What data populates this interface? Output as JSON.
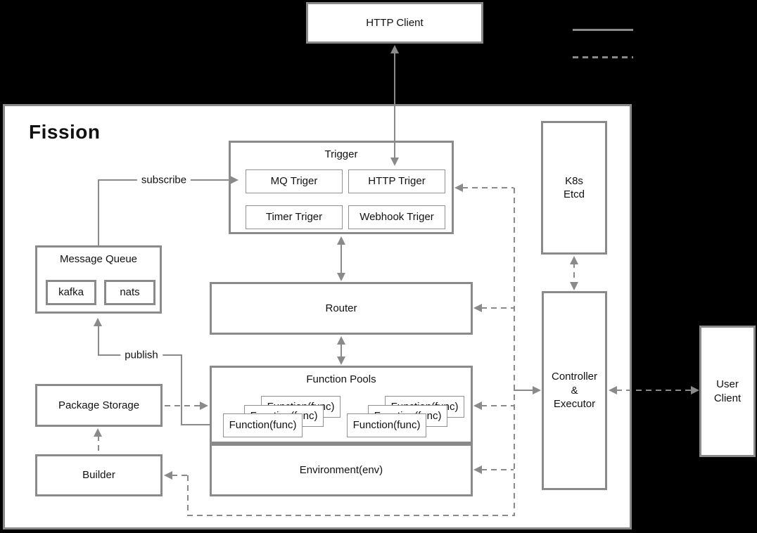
{
  "diagram_title": "Fission",
  "nodes": {
    "http_client": "HTTP Client",
    "trigger": {
      "title": "Trigger",
      "items": [
        "MQ Triger",
        "HTTP Triger",
        "Timer Triger",
        "Webhook Triger"
      ]
    },
    "message_queue": {
      "title": "Message Queue",
      "items": [
        "kafka",
        "nats"
      ]
    },
    "router": "Router",
    "function_pools": {
      "title": "Function Pools",
      "card": "Function(func)"
    },
    "environment": "Environment(env)",
    "package_storage": "Package Storage",
    "builder": "Builder",
    "k8s_etcd": "K8s\nEtcd",
    "controller_executor": "Controller\n&\nExecutor",
    "user_client": "User\nClient"
  },
  "edge_labels": {
    "subscribe": "subscribe",
    "publish": "publish"
  },
  "colors": {
    "stroke": "#8a8a8a",
    "background": "#000000",
    "panel": "#ffffff",
    "text": "#111111"
  }
}
